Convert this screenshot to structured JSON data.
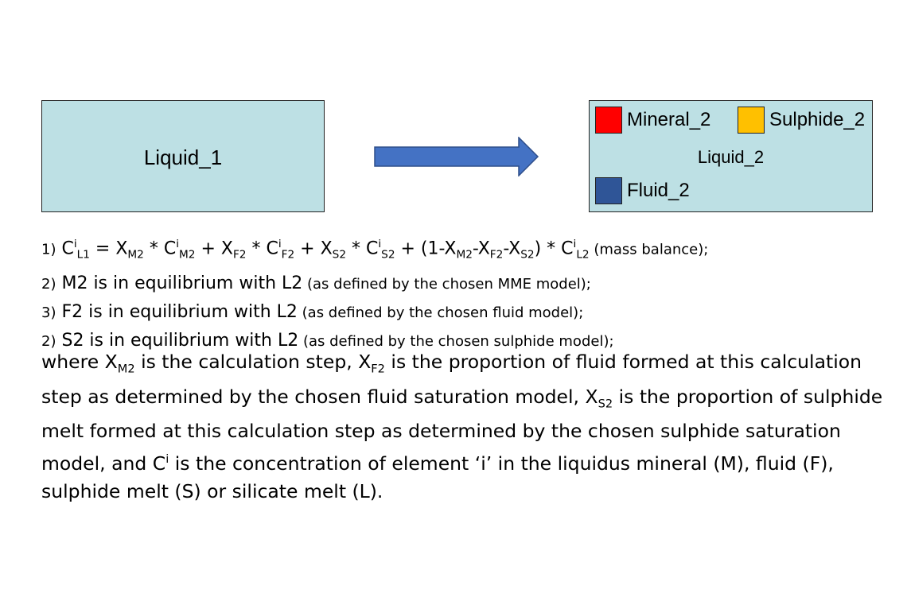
{
  "diagram": {
    "left_box": {
      "label": "Liquid_1"
    },
    "right_box": {
      "label": "Liquid_2",
      "legend": [
        {
          "label": "Mineral_2",
          "color": "#ff0000"
        },
        {
          "label": "Sulphide_2",
          "color": "#ffc000"
        },
        {
          "label": "Fluid_2",
          "color": "#2f5597"
        }
      ]
    },
    "arrow_color": "#4472c4"
  },
  "equations": {
    "line1": {
      "num": "1)",
      "C": "C",
      "i": "i",
      "L1": "L1",
      "eq": " = ",
      "X": "X",
      "M2": "M2",
      "star": " * ",
      "plus": " + ",
      "F2": "F2",
      "S2": "S2",
      "one_minus": "(1-",
      "minus": "-",
      "close": ")",
      "L2": "L2",
      "note": " (mass balance);"
    },
    "line2": {
      "num": "2)",
      "main": " M2 is in equilibrium with L2",
      "note": " (as defined by the chosen MME model);"
    },
    "line3": {
      "num": "3)",
      "main": " F2 is in equilibrium with L2",
      "note": " (as defined by the chosen fluid model);"
    },
    "line4": {
      "num": "2)",
      "main": " S2 is in equilibrium with L2",
      "note": " (as defined by the chosen sulphide model);"
    }
  },
  "paragraph": {
    "p1": "where X",
    "sub1": "M2",
    "p2": " is the calculation step, X",
    "sub2": "F2",
    "p3": " is the proportion of fluid formed at this calculation step as determined by the chosen fluid saturation model, X",
    "sub3": "S2",
    "p4": " is the proportion of sulphide melt formed at this calculation step as determined by the chosen sulphide saturation model, and C",
    "sup1": "i",
    "p5": " is the concentration of element ‘i’ in the liquidus mineral (M), fluid (F), sulphide melt (S) or silicate melt (L)."
  }
}
